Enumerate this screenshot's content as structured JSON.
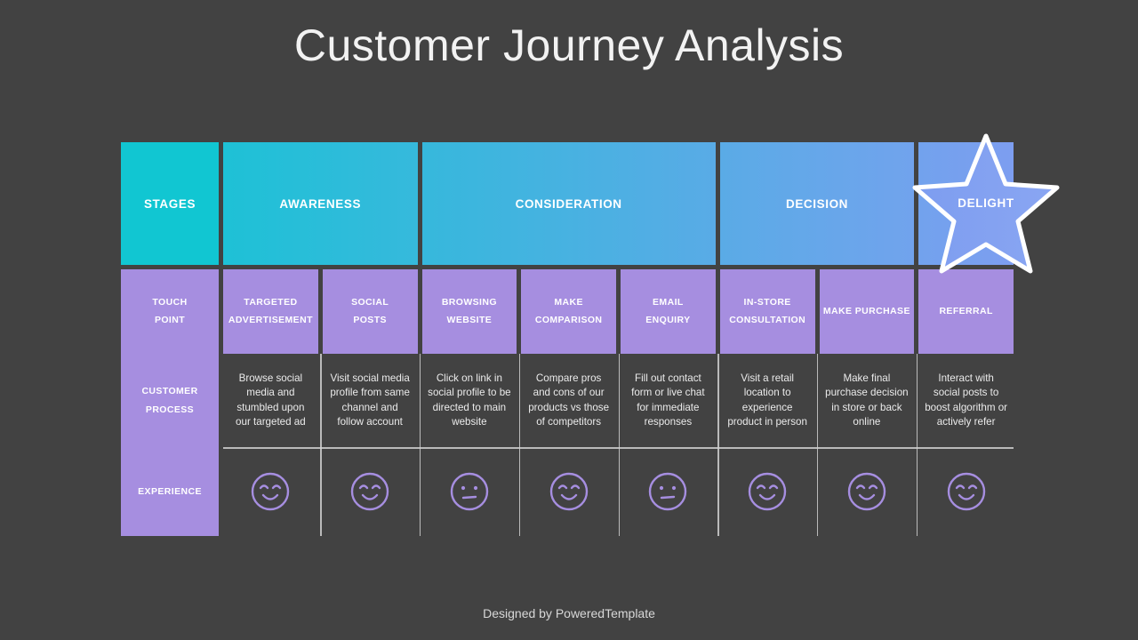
{
  "title": "Customer Journey Analysis",
  "footer": "Designed by PoweredTemplate",
  "colors": {
    "background": "#424242",
    "gradient_start": "#11c6d2",
    "gradient_end": "#7e9ef0",
    "touchpoint": "#a68ee0",
    "face_outline": "#a68ee0",
    "star_stroke": "#ffffff",
    "text_light": "#ebebeb"
  },
  "row_labels": {
    "stages": "STAGES",
    "touch_point_line1": "TOUCH",
    "touch_point_line2": "POINT",
    "customer_process_line1": "CUSTOMER",
    "customer_process_line2": "PROCESS",
    "experience": "EXPERIENCE"
  },
  "stages": [
    {
      "label": "AWARENESS",
      "span": 2
    },
    {
      "label": "CONSIDERATION",
      "span": 3
    },
    {
      "label": "DECISION",
      "span": 2
    },
    {
      "label": "DELIGHT",
      "span": 1,
      "starred": true
    }
  ],
  "columns": [
    {
      "touch_point_line1": "TARGETED",
      "touch_point_line2": "ADVERTISEMENT",
      "process": "Browse social media and stumbled upon our targeted ad",
      "experience": "happy"
    },
    {
      "touch_point_line1": "SOCIAL",
      "touch_point_line2": "POSTS",
      "process": "Visit social media profile from same channel and follow account",
      "experience": "happy"
    },
    {
      "touch_point_line1": "BROWSING",
      "touch_point_line2": "WEBSITE",
      "process": "Click on link in social profile to be directed to main website",
      "experience": "neutral"
    },
    {
      "touch_point_line1": "MAKE",
      "touch_point_line2": "COMPARISON",
      "process": "Compare pros and cons of our products vs those of competitors",
      "experience": "happy"
    },
    {
      "touch_point_line1": "EMAIL",
      "touch_point_line2": "ENQUIRY",
      "process": "Fill out contact form or live chat for immediate responses",
      "experience": "neutral"
    },
    {
      "touch_point_line1": "IN-STORE",
      "touch_point_line2": "CONSULTATION",
      "process": "Visit a retail location to experience product in person",
      "experience": "happy"
    },
    {
      "touch_point_line1": "MAKE PURCHASE",
      "touch_point_line2": "",
      "process": "Make final purchase decision in store or back online",
      "experience": "happy"
    },
    {
      "touch_point_line1": "REFERRAL",
      "touch_point_line2": "",
      "process": "Interact with social posts to boost algorithm or actively refer",
      "experience": "happy"
    }
  ]
}
